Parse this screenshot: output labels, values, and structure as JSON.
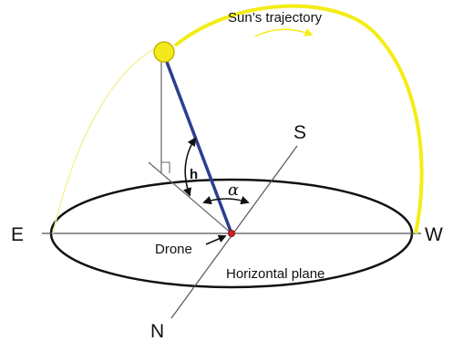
{
  "labels": {
    "trajectory": "Sun’s trajectory",
    "east": "E",
    "west": "W",
    "south": "S",
    "north": "N",
    "drone": "Drone",
    "plane": "Horizontal plane",
    "altitude": "h",
    "azimuth": "α"
  },
  "colors": {
    "sun_fill": "#f2ea1c",
    "sun_stroke": "#c9b400",
    "trajectory": "#f4ec16",
    "trajectory_faint": "#f6f19a",
    "sun_ray": "#2b3f8f",
    "drone_point": "#d42020",
    "outline": "#111111",
    "axis": "#555555"
  },
  "icons": {
    "sun": "sun-icon",
    "drone": "drone-point-icon",
    "trajectory_direction": "curved-arrow-icon"
  }
}
